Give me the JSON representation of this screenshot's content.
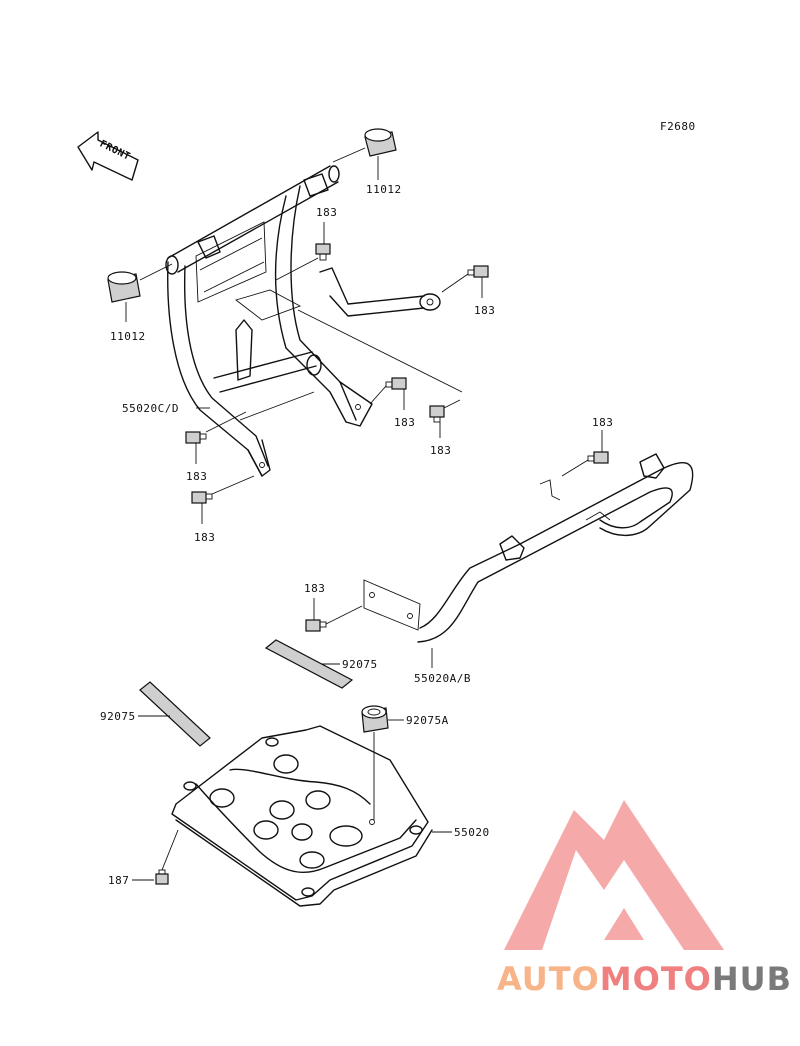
{
  "figure_id": "F2680",
  "front_arrow": "FRONT",
  "callouts": {
    "bushing_right": "11012",
    "bushing_left": "11012",
    "bolt_top": "183",
    "bolt_right": "183",
    "bolt_mid_a": "183",
    "bolt_mid_b": "183",
    "bolt_left_a": "183",
    "bolt_left_b": "183",
    "bolt_guard_top": "183",
    "bolt_guard_left": "183",
    "frame_cd": "55020C/D",
    "guard_ab": "55020A/B",
    "pad_upper": "92075",
    "pad_lower": "92075",
    "pad_round": "92075A",
    "skid_plate": "55020",
    "small_bolt": "187"
  },
  "watermark": {
    "part1": "AUTO",
    "part2": "MOTO",
    "part3": "HUB",
    "color1": "#f7b489",
    "color2": "#f08080",
    "color3": "#7a7a7a"
  }
}
